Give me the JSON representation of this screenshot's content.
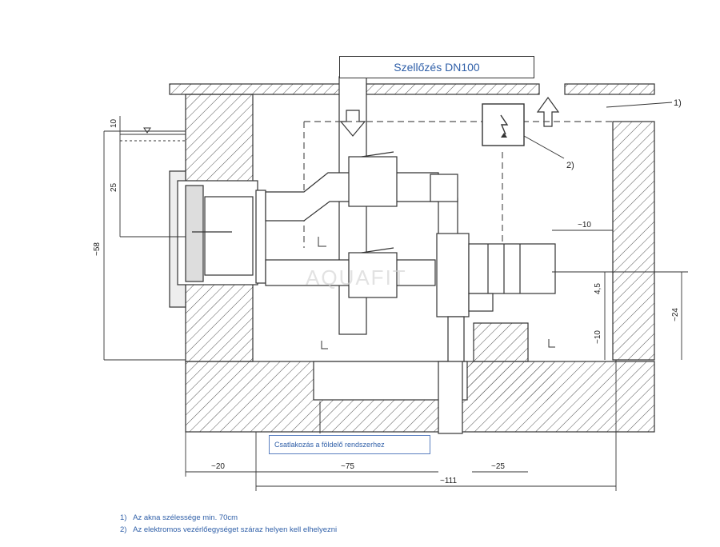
{
  "labels": {
    "ventilation": "Szellőzés DN100",
    "grounding": "Csatlakozás a földelő rendszerhez",
    "callout_1": "1)",
    "callout_2": "2)",
    "watermark": "AQUAFIT"
  },
  "dimensions": {
    "d10_top": "10",
    "d25": "25",
    "d58": "~58",
    "d10_right_top": "~10",
    "d4_5": "4,5",
    "d10_right": "~10",
    "d24": "~24",
    "d20": "~20",
    "d75": "~75",
    "d25_bottom": "~25",
    "d111": "~111"
  },
  "notes": [
    {
      "num": "1)",
      "text": "Az akna szélessége min. 70cm"
    },
    {
      "num": "2)",
      "text": "Az elektromos vezérlőegységet száraz helyen kell elhelyezni"
    }
  ],
  "colors": {
    "line": "#333333",
    "label_blue": "#2f5fa8"
  }
}
